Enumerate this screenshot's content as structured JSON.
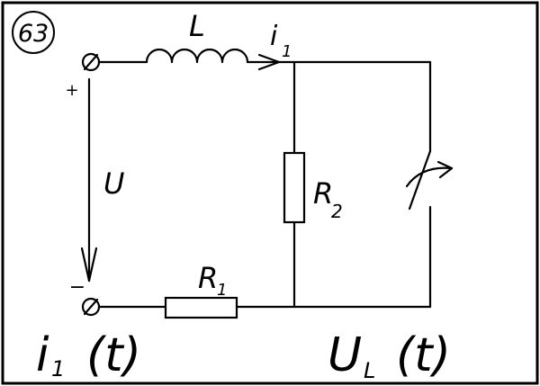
{
  "problem_number": "63",
  "labels": {
    "inductor": "L",
    "current": "i",
    "current_sub": "1",
    "voltage": "U",
    "plus": "+",
    "minus": "−",
    "resistor1": "R",
    "resistor1_sub": "1",
    "resistor2": "R",
    "resistor2_sub": "2"
  },
  "bottom_labels": {
    "left_main": "i",
    "left_sub": "1",
    "left_arg": "(t)",
    "right_main": "U",
    "right_sub": "L",
    "right_arg": "(t)"
  }
}
